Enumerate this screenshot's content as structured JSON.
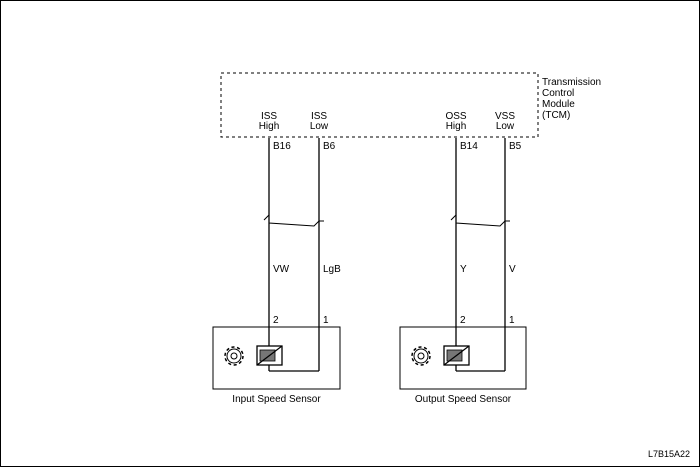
{
  "module": {
    "name_lines": [
      "Transmission",
      "Control",
      "Module",
      "(TCM)"
    ],
    "pins": [
      {
        "line1": "ISS",
        "line2": "High",
        "terminal": "B16"
      },
      {
        "line1": "ISS",
        "line2": "Low",
        "terminal": "B6"
      },
      {
        "line1": "OSS",
        "line2": "High",
        "terminal": "B14"
      },
      {
        "line1": "VSS",
        "line2": "Low",
        "terminal": "B5"
      }
    ]
  },
  "wires": [
    {
      "color_code": "VW"
    },
    {
      "color_code": "LgB"
    },
    {
      "color_code": "Y"
    },
    {
      "color_code": "V"
    }
  ],
  "sensors": [
    {
      "name": "Input Speed Sensor",
      "pins": [
        "2",
        "1"
      ],
      "icon": "gear-icon"
    },
    {
      "name": "Output Speed Sensor",
      "pins": [
        "2",
        "1"
      ],
      "icon": "gear-icon"
    }
  ],
  "figure_id": "L7B15A22"
}
